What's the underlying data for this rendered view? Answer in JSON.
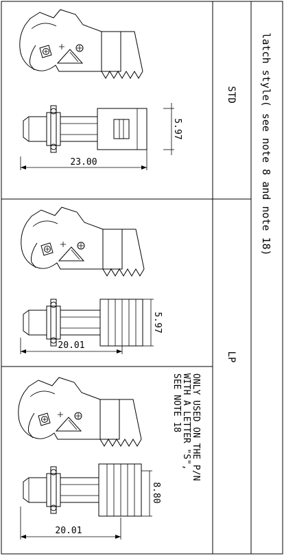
{
  "header": {
    "column_title": "latch style( see note 8 and note 18)"
  },
  "rows": [
    {
      "style_label": "STD",
      "dims": {
        "length": "23.00",
        "width": "5.97"
      },
      "note_lines": []
    },
    {
      "style_label": "LP",
      "dims": {
        "length": "20.01",
        "width": "5.97"
      },
      "note_lines": []
    },
    {
      "style_label": "",
      "dims": {
        "length": "20.01",
        "width": "8.80"
      },
      "note_lines": [
        "ONLY USED ON THE P/N",
        "WITH A LETTER \"S\",",
        "SEE NOTE 18"
      ]
    }
  ],
  "colors": {
    "line": "#000000",
    "background": "#ffffff"
  }
}
